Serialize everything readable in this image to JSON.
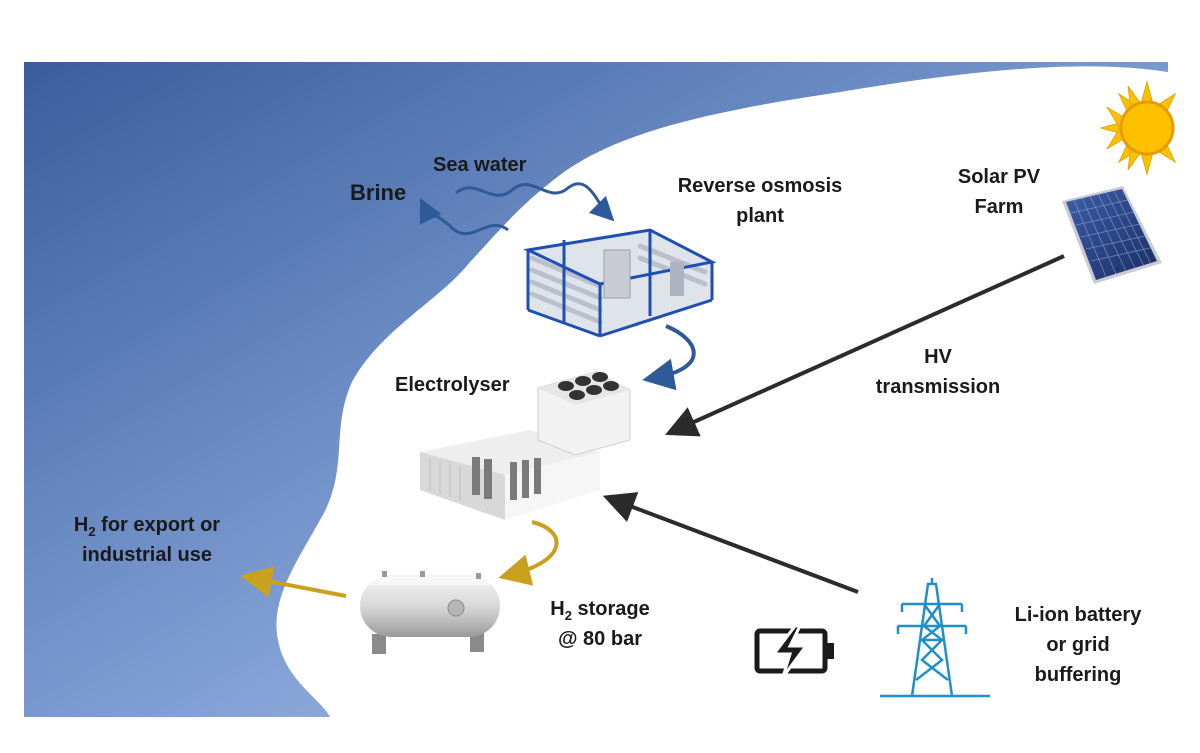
{
  "labels": {
    "sea_water": "Sea water",
    "brine": "Brine",
    "reverse_osmosis": [
      "Reverse osmosis",
      "plant"
    ],
    "solar_pv": [
      "Solar PV",
      "Farm"
    ],
    "hv_transmission": [
      "HV",
      "transmission"
    ],
    "electrolyser": "Electrolyser",
    "h2_export": {
      "symbol": "H",
      "subscript": "2",
      "line1_rest": " for export or",
      "line2": "industrial use"
    },
    "h2_storage": {
      "symbol": "H",
      "subscript": "2",
      "line1_rest": " storage",
      "line2": "@ 80 bar"
    },
    "battery_grid": [
      "Li-ion battery",
      "or grid",
      "buffering"
    ]
  },
  "icons": [
    "sun-icon",
    "solar-panel-icon",
    "reverse-osmosis-plant-icon",
    "electrolyser-icon",
    "storage-tank-icon",
    "battery-charging-icon",
    "transmission-tower-icon"
  ],
  "colors": {
    "sea_dark": "#3a5e9c",
    "sea_light": "#b8c9ea",
    "water_arrow": "#2f5a9a",
    "h2_arrow": "#c9a11e",
    "power_arrow": "#2b2b2b",
    "sun": "#ffc000",
    "tower": "#1f8fc6"
  }
}
